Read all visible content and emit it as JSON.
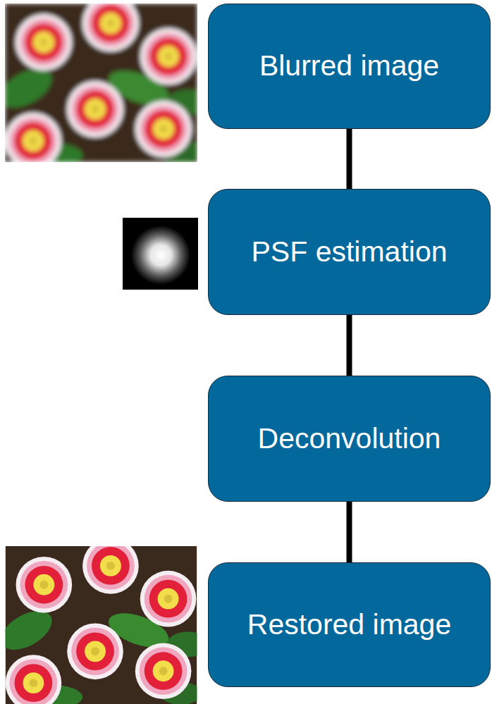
{
  "diagram": {
    "nodes": [
      {
        "text": [
          "Blurred image"
        ]
      },
      {
        "text": [
          "PSF estimation"
        ]
      },
      {
        "text": [
          "Deconvolution"
        ]
      },
      {
        "text": [
          "Restored image"
        ]
      }
    ],
    "edges": [
      {
        "from": 0,
        "to": 1,
        "arrow": "none"
      },
      {
        "from": 1,
        "to": 2,
        "arrow": "none"
      },
      {
        "from": 2,
        "to": 3,
        "arrow": "none"
      }
    ]
  }
}
